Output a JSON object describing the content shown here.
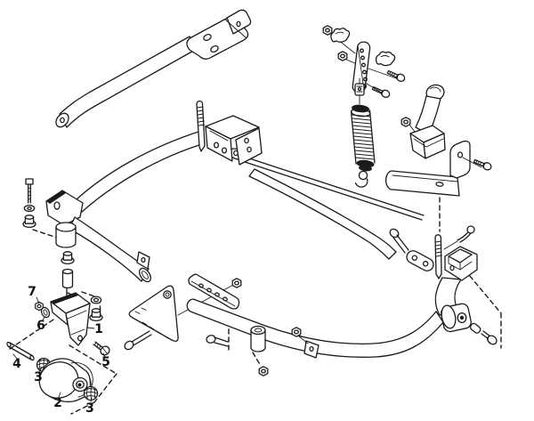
{
  "diagram": {
    "kind": "exploded-parts-line-diagram",
    "background": "#ffffff",
    "line_color": "#1b1b1b"
  },
  "labels": [
    {
      "id": "7",
      "text": "7"
    },
    {
      "id": "6",
      "text": "6"
    },
    {
      "id": "1",
      "text": "1"
    },
    {
      "id": "5",
      "text": "5"
    },
    {
      "id": "4",
      "text": "4"
    },
    {
      "id": "3a",
      "text": "3"
    },
    {
      "id": "2",
      "text": "2"
    },
    {
      "id": "3b",
      "text": "3"
    }
  ],
  "parts": [
    {
      "label": "1",
      "name": "mounting-bracket"
    },
    {
      "label": "2",
      "name": "roller-wheel"
    },
    {
      "label": "3",
      "name": "cap-nut"
    },
    {
      "label": "4",
      "name": "axle-pin"
    },
    {
      "label": "5",
      "name": "screw"
    },
    {
      "label": "6",
      "name": "washer-ring"
    },
    {
      "label": "7",
      "name": "nut"
    }
  ]
}
